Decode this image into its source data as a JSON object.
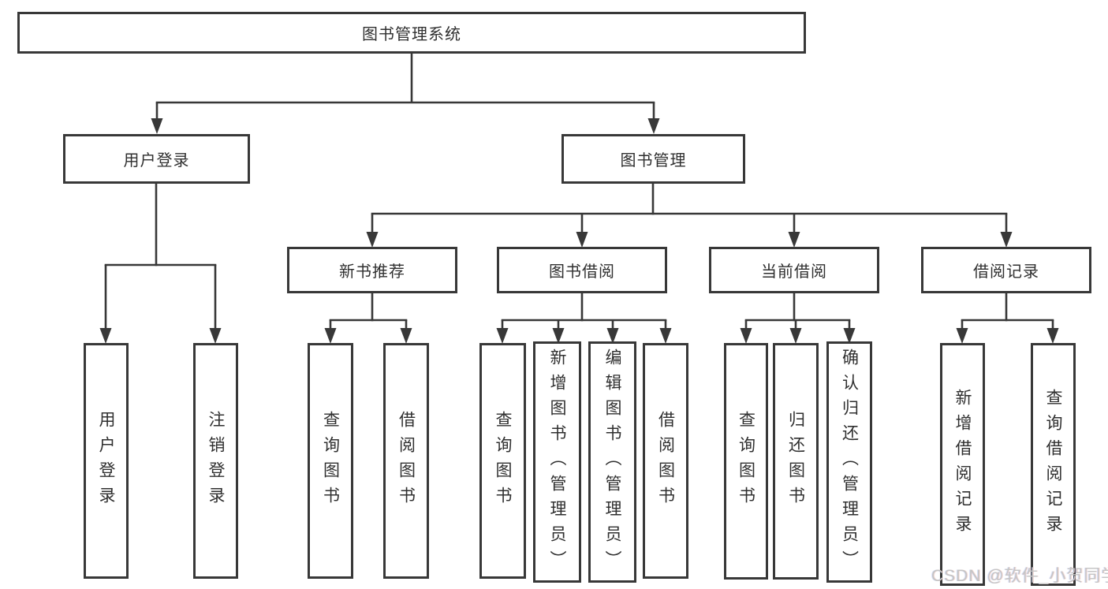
{
  "colors": {
    "line": "#383838",
    "text": "#2f2f2f",
    "background": "#ffffff",
    "watermark": "#c5c5c5"
  },
  "watermark": {
    "text": "CSDN @软件_小贺同学"
  },
  "tree": {
    "root": {
      "label": "图书管理系统"
    },
    "branches": [
      {
        "label": "用户登录",
        "children": [
          {
            "label": "用户登录"
          },
          {
            "label": "注销登录"
          }
        ]
      },
      {
        "label": "图书管理",
        "children": [
          {
            "label": "新书推荐",
            "children": [
              {
                "label": "查询图书"
              },
              {
                "label": "借阅图书"
              }
            ]
          },
          {
            "label": "图书借阅",
            "children": [
              {
                "label": "查询图书"
              },
              {
                "label": "新增图书（管理员）"
              },
              {
                "label": "编辑图书（管理员）"
              },
              {
                "label": "借阅图书"
              }
            ]
          },
          {
            "label": "当前借阅",
            "children": [
              {
                "label": "查询图书"
              },
              {
                "label": "归还图书"
              },
              {
                "label": "确认归还（管理员）"
              }
            ]
          },
          {
            "label": "借阅记录",
            "children": [
              {
                "label": "新增借阅记录"
              },
              {
                "label": "查询借阅记录"
              }
            ]
          }
        ]
      }
    ]
  }
}
